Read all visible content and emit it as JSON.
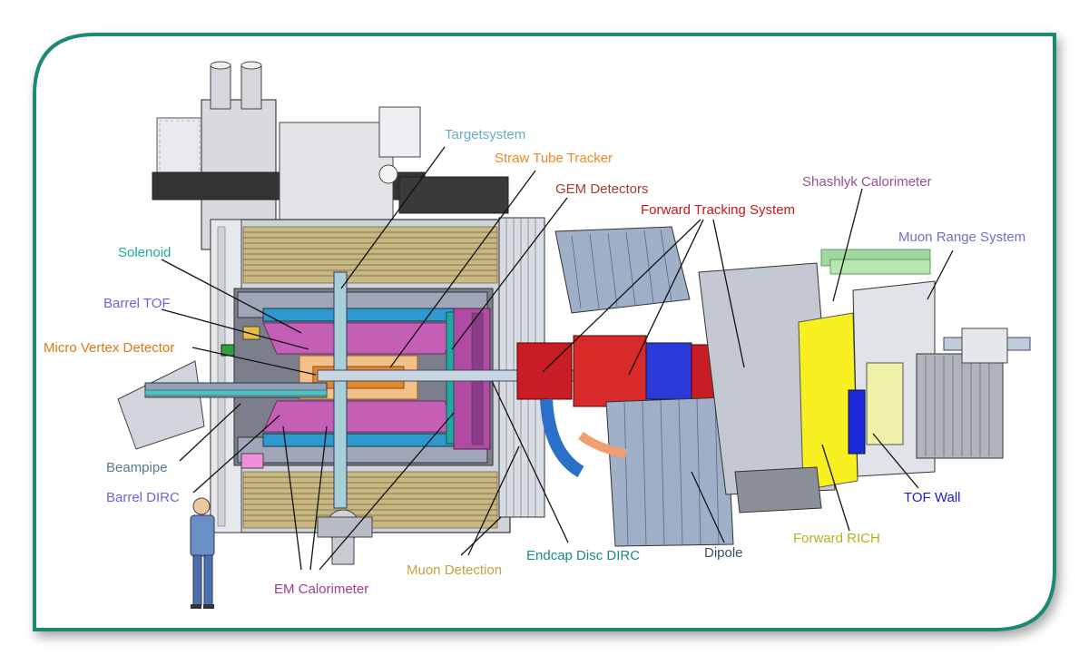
{
  "labels": {
    "targetsystem": "Targetsystem",
    "straw_tube_tracker": "Straw Tube Tracker",
    "gem_detectors": "GEM Detectors",
    "forward_tracking_system": "Forward Tracking System",
    "shashlyk_calorimeter": "Shashlyk Calorimeter",
    "muon_range_system": "Muon Range System",
    "solenoid": "Solenoid",
    "barrel_tof": "Barrel TOF",
    "micro_vertex_detector": "Micro Vertex Detector",
    "beampipe": "Beampipe",
    "barrel_dirc": "Barrel DIRC",
    "em_calorimeter": "EM Calorimeter",
    "muon_detection": "Muon Detection",
    "endcap_disc_dirc": "Endcap Disc DIRC",
    "dipole": "Dipole",
    "forward_rich": "Forward RICH",
    "tof_wall": "TOF Wall"
  },
  "colors": {
    "frame_border": "#1f8a72",
    "targetsystem": "#6aa9c8",
    "straw_tube_tracker": "#ee8a22",
    "gem_detectors": "#a33c2c",
    "forward_tracking_system": "#c8161c",
    "shashlyk_calorimeter": "#9b4f8f",
    "muon_range_system": "#6b6fc8",
    "solenoid": "#20a8a0",
    "barrel_tof": "#6a64e0",
    "micro_vertex_detector": "#d97a12",
    "beampipe": "#5a7890",
    "barrel_dirc": "#6a64e0",
    "em_calorimeter": "#a03a94",
    "muon_detection": "#c8a040",
    "endcap_disc_dirc": "#1a8a8a",
    "dipole": "#3c4a6a",
    "forward_rich": "#b8b020",
    "tof_wall": "#1a1ad0"
  }
}
